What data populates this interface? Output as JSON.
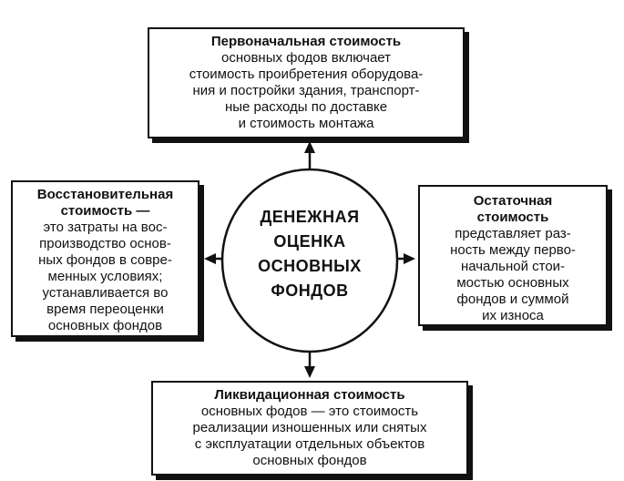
{
  "center": {
    "label_lines": [
      "ДЕНЕЖНАЯ",
      "ОЦЕНКА",
      "ОСНОВНЫХ",
      "ФОНДОВ"
    ]
  },
  "top": {
    "title": "Первоначальная стоимость",
    "body_lines": [
      "основных фодов включает",
      "стоимость проибретения оборудова-",
      "ния и постройки здания, транспорт-",
      "ные расходы по доставке",
      "и стоимость монтажа"
    ]
  },
  "left": {
    "title_lines": [
      "Восстановительная",
      "стоимость —"
    ],
    "body_lines": [
      "это затраты на вос-",
      "производство основ-",
      "ных фондов в совре-",
      "менных условиях;",
      "устанавливается во",
      "время переоценки",
      "основных фондов"
    ]
  },
  "right": {
    "title_lines": [
      "Остаточная",
      "стоимость"
    ],
    "body_lines": [
      "представляет раз-",
      "ность между перво-",
      "начальной стои-",
      "мостью основных",
      "фондов и суммой",
      "их износа"
    ]
  },
  "bottom": {
    "title": "Ликвидационная стоимость",
    "body_lines": [
      "основных фодов — это стоимость",
      "реализации изношенных или снятых",
      "с эксплуатации отдельных объектов",
      "основных фондов"
    ]
  }
}
